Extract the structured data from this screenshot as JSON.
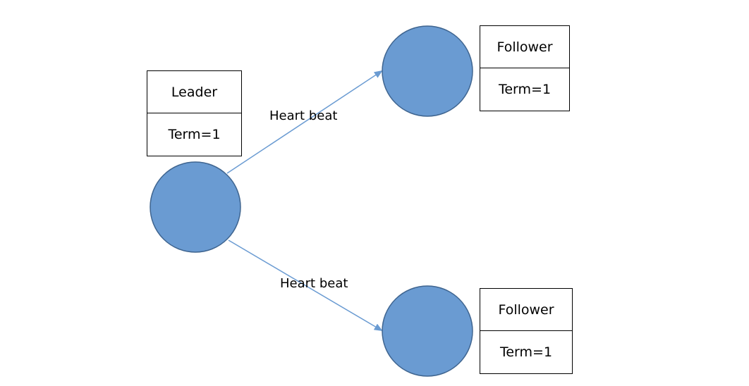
{
  "colors": {
    "node_fill": "#6a9bd2",
    "node_stroke": "#3f6590",
    "edge": "#6a9bd2"
  },
  "nodes": {
    "leader": {
      "role": "Leader",
      "term": "Term=1"
    },
    "follower_top": {
      "role": "Follower",
      "term": "Term=1"
    },
    "follower_bottom": {
      "role": "Follower",
      "term": "Term=1"
    }
  },
  "edges": {
    "to_top": {
      "label": "Heart beat"
    },
    "to_bottom": {
      "label": "Heart beat"
    }
  }
}
